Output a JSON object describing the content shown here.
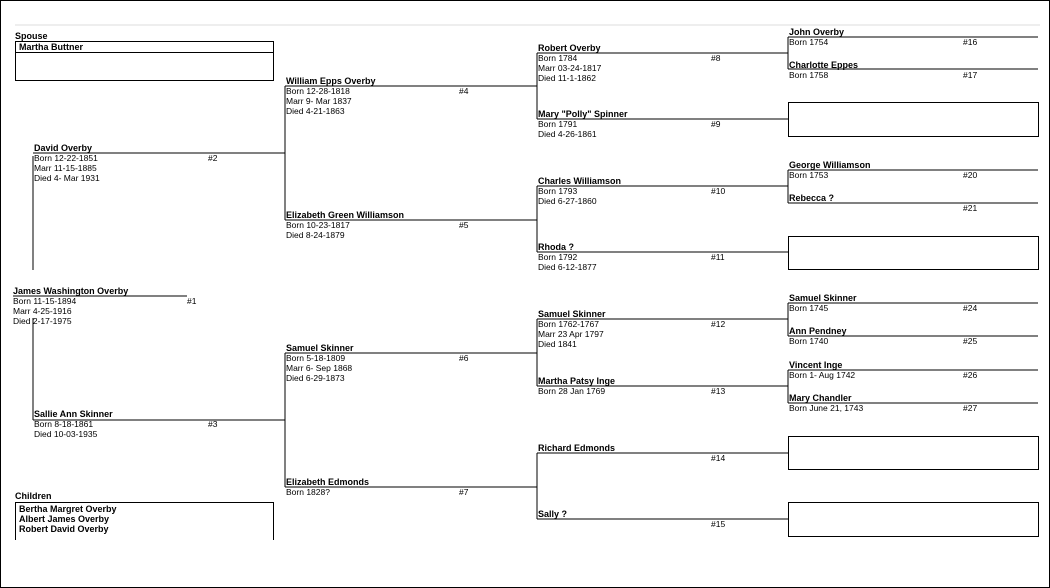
{
  "spouse": {
    "heading": "Spouse",
    "name": "Martha Buttner"
  },
  "children": {
    "heading": "Children",
    "names": [
      "Bertha Margret Overby",
      "Albert James Overby",
      "Robert David Overby"
    ]
  },
  "people": {
    "p1": {
      "name": "James Washington Overby",
      "num": "#1",
      "lines": [
        "Born 11-15-1894",
        "Marr 4-25-1916",
        "Died 2-17-1975"
      ]
    },
    "p2": {
      "name": "David Overby",
      "num": "#2",
      "lines": [
        "Born 12-22-1851",
        "Marr 11-15-1885",
        "Died 4- Mar 1931"
      ]
    },
    "p3": {
      "name": "Sallie Ann Skinner",
      "num": "#3",
      "lines": [
        "Born 8-18-1861",
        "Died 10-03-1935"
      ]
    },
    "p4": {
      "name": "William Epps Overby",
      "num": "#4",
      "lines": [
        "Born 12-28-1818",
        "Marr 9- Mar 1837",
        "Died 4-21-1863"
      ]
    },
    "p5": {
      "name": "Elizabeth Green Williamson",
      "num": "#5",
      "lines": [
        "Born 10-23-1817",
        "Died 8-24-1879"
      ]
    },
    "p6": {
      "name": "Samuel Skinner",
      "num": "#6",
      "lines": [
        "Born 5-18-1809",
        "Marr 6- Sep 1868",
        "Died 6-29-1873"
      ]
    },
    "p7": {
      "name": "Elizabeth Edmonds",
      "num": "#7",
      "lines": [
        "Born 1828?"
      ]
    },
    "p8": {
      "name": "Robert Overby",
      "num": "#8",
      "lines": [
        "Born 1784",
        "Marr 03-24-1817",
        "Died 11-1-1862"
      ]
    },
    "p9": {
      "name": "Mary \"Polly\" Spinner",
      "num": "#9",
      "lines": [
        "Born 1791",
        "Died 4-26-1861"
      ]
    },
    "p10": {
      "name": "Charles Williamson",
      "num": "#10",
      "lines": [
        "Born 1793",
        "Died 6-27-1860"
      ]
    },
    "p11": {
      "name": "Rhoda ?",
      "num": "#11",
      "lines": [
        "Born 1792",
        "Died 6-12-1877"
      ]
    },
    "p12": {
      "name": "Samuel Skinner",
      "num": "#12",
      "lines": [
        "Born 1762-1767",
        "Marr 23 Apr 1797",
        "Died 1841"
      ]
    },
    "p13": {
      "name": "Martha Patsy Inge",
      "num": "#13",
      "lines": [
        "Born 28 Jan 1769"
      ]
    },
    "p14": {
      "name": "Richard Edmonds",
      "num": "#14",
      "lines": []
    },
    "p15": {
      "name": "Sally ?",
      "num": "#15",
      "lines": []
    },
    "p16": {
      "name": "John Overby",
      "num": "#16",
      "lines": [
        "Born 1754"
      ]
    },
    "p17": {
      "name": "Charlotte Eppes",
      "num": "#17",
      "lines": [
        "Born 1758"
      ]
    },
    "p20": {
      "name": "George Williamson",
      "num": "#20",
      "lines": [
        "Born 1753"
      ]
    },
    "p21": {
      "name": "Rebecca ?",
      "num": "#21",
      "lines": []
    },
    "p24": {
      "name": "Samuel Skinner",
      "num": "#24",
      "lines": [
        "Born 1745"
      ]
    },
    "p25": {
      "name": "Ann Pendney",
      "num": "#25",
      "lines": [
        "Born 1740"
      ]
    },
    "p26": {
      "name": "Vincent Inge",
      "num": "#26",
      "lines": [
        "Born 1- Aug 1742"
      ]
    },
    "p27": {
      "name": "Mary Chandler",
      "num": "#27",
      "lines": [
        "Born  June 21, 1743"
      ]
    }
  }
}
